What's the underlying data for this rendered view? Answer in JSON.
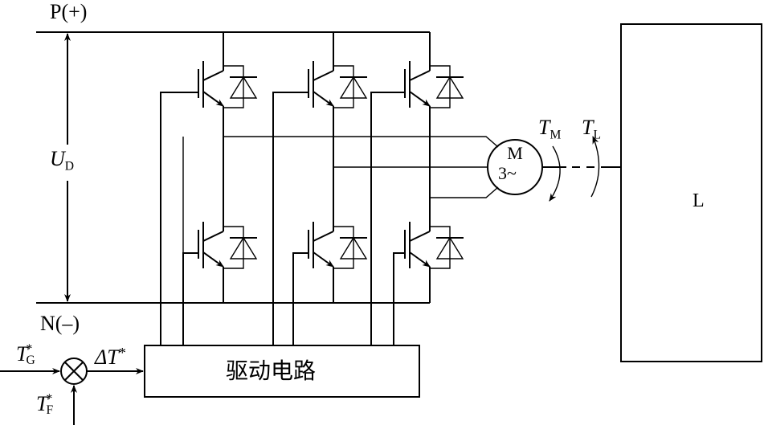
{
  "dc_bus": {
    "positive_label": "P(+)",
    "negative_label": "N(–)",
    "voltage_symbol": "U",
    "voltage_subscript": "D"
  },
  "inverter": {
    "legs": 3,
    "switch_type": "IGBT with anti-parallel diode",
    "switch_count": 6
  },
  "motor": {
    "letter": "M",
    "phases": "3",
    "ac_symbol": "~"
  },
  "torques": {
    "motor_torque_symbol": "T",
    "motor_torque_subscript": "M",
    "load_torque_symbol": "T",
    "load_torque_subscript": "L"
  },
  "load": {
    "label": "L"
  },
  "driver": {
    "label": "驱动电路"
  },
  "control": {
    "reference_symbol": "T",
    "reference_subscript": "G",
    "reference_superscript": "*",
    "feedback_symbol": "T",
    "feedback_subscript": "F",
    "feedback_superscript": "*",
    "error_symbol": "ΔT",
    "error_superscript": "*",
    "summing_junction": "multiplier-cross"
  }
}
